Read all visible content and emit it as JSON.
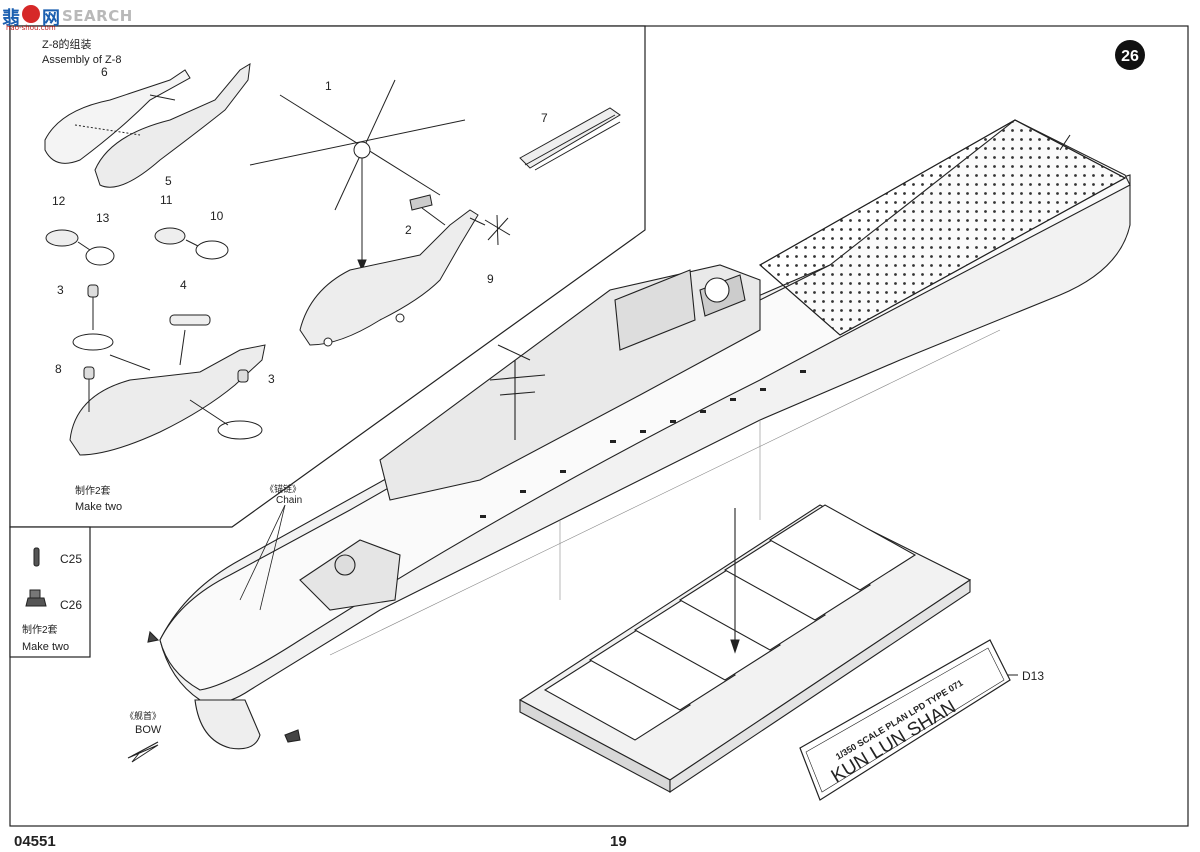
{
  "watermark": {
    "cn_text": "翡",
    "cn_text2": "网",
    "brand": "SEARCH",
    "sub": "hao-shou.com"
  },
  "step_number": "26",
  "helicopter_panel": {
    "title_cn": "Z-8的组装",
    "title_en": "Assembly of  Z-8",
    "make_cn": "制作2套",
    "make_en": "Make   two",
    "part_numbers": [
      "1",
      "2",
      "3",
      "3",
      "4",
      "5",
      "6",
      "7",
      "8",
      "9",
      "10",
      "11",
      "12",
      "13"
    ]
  },
  "small_panel": {
    "parts": [
      "C25",
      "C26"
    ],
    "make_cn": "制作2套",
    "make_en": "Make   two"
  },
  "labels": {
    "chain_cn": "《锚链》",
    "chain_en": "Chain",
    "bow_cn": "《舰首》",
    "bow_en": "BOW",
    "stand_part": "D13"
  },
  "nameplate": {
    "line1": "1/350 SCALE PLAN LPD TYPE 071",
    "line2": "KUN LUN SHAN"
  },
  "footer": {
    "code": "04551",
    "page": "19"
  }
}
